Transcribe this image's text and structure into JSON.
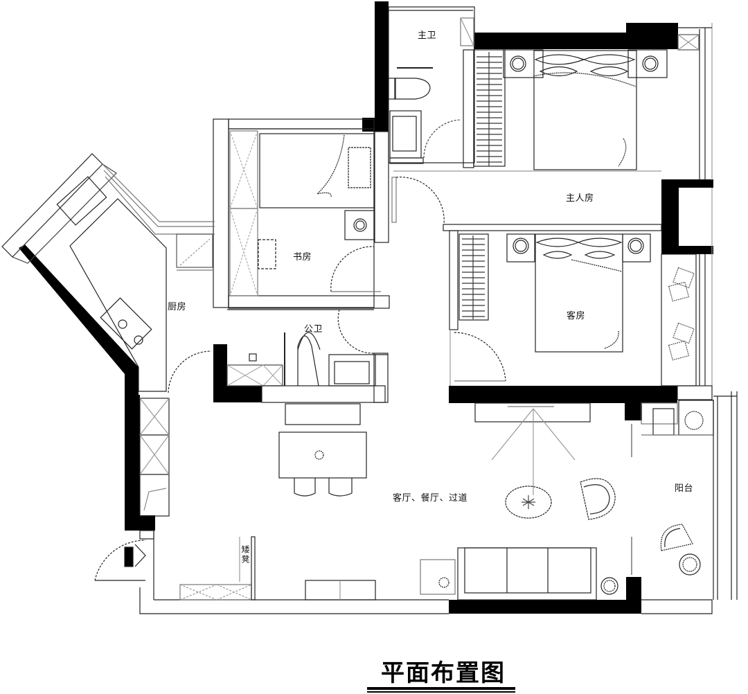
{
  "title": "平面布置图",
  "rooms": {
    "master_bath": "主卫",
    "master_bedroom": "主人房",
    "study": "书房",
    "kitchen": "厨房",
    "public_bath": "公卫",
    "guest_room": "客房",
    "living_dining_hall": "客厅、餐厅、过道",
    "balcony": "阳台"
  },
  "annotations": {
    "low_stool": "矮凳"
  },
  "colors": {
    "wall": "#000000",
    "line": "#222222",
    "light_line": "#777777",
    "background": "#ffffff"
  }
}
